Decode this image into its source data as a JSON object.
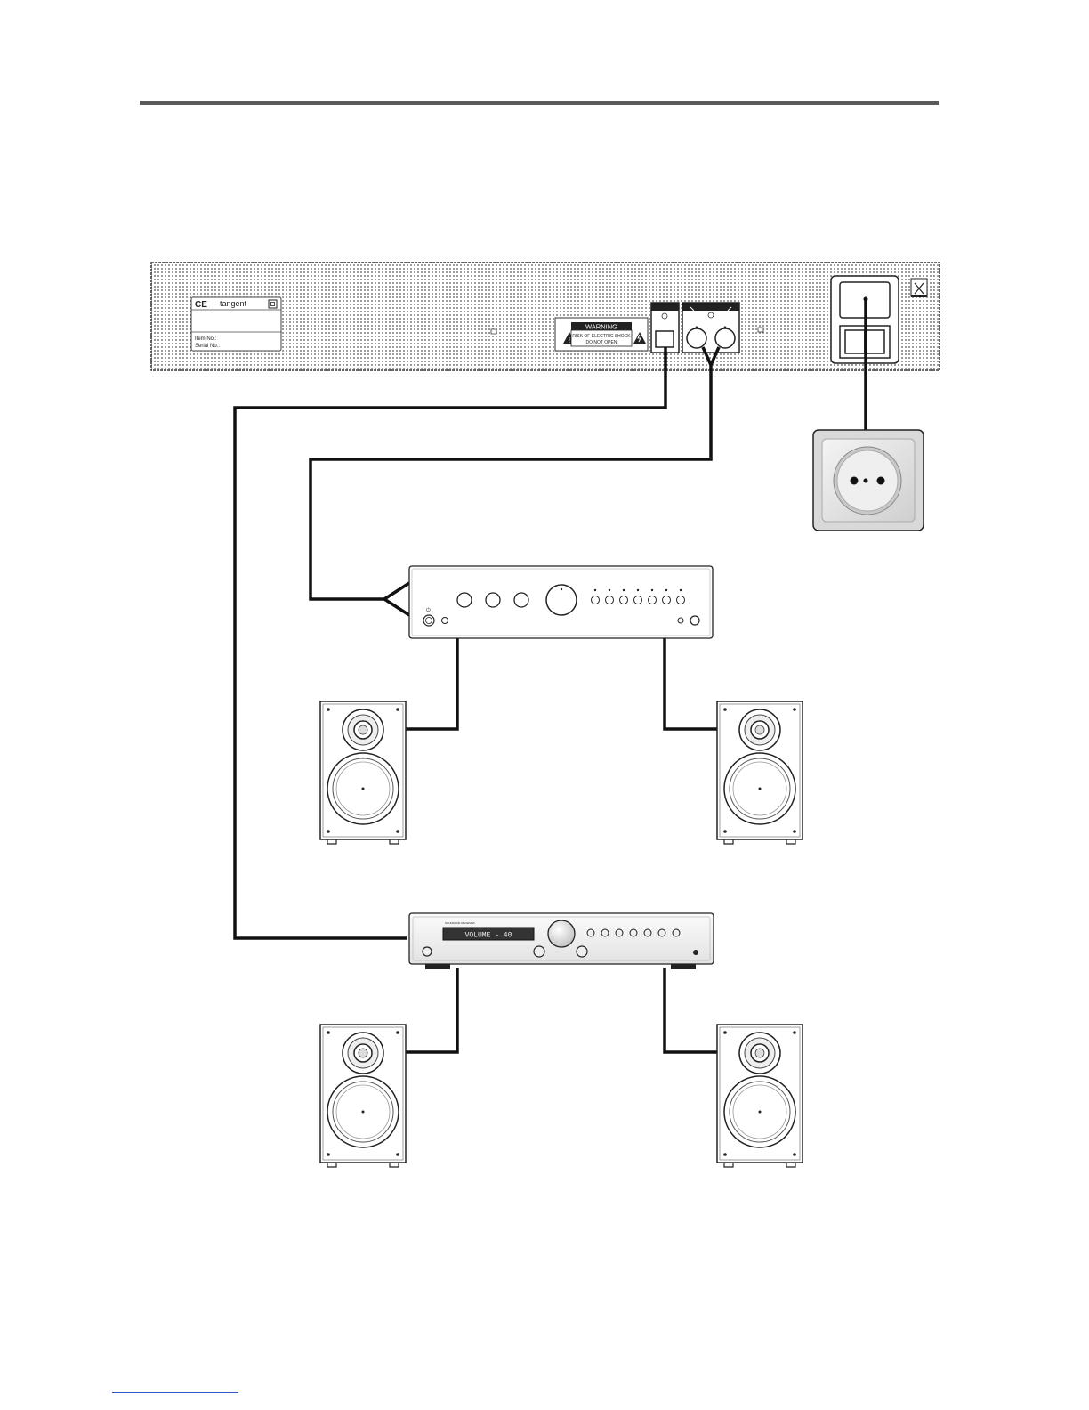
{
  "rear_panel": {
    "brand": "tangent",
    "item_no_label": "Item No.:",
    "serial_no_label": "Serial No.:",
    "warning": {
      "title": "WARNING",
      "line1": "RISK OF ELECTRIC SHOCK",
      "line2": "DO NOT OPEN"
    }
  },
  "receiver_display": "VOLUME - 40",
  "colors": {
    "top_rule": "#5a5a5a",
    "cable": "#111111",
    "outlet_frame": "#d9d9d9"
  },
  "icons": [
    "ce-mark-icon",
    "double-insulation-icon",
    "weee-bin-icon",
    "warning-triangle-icon",
    "power-icon",
    "speaker-icon",
    "wall-outlet-icon"
  ]
}
